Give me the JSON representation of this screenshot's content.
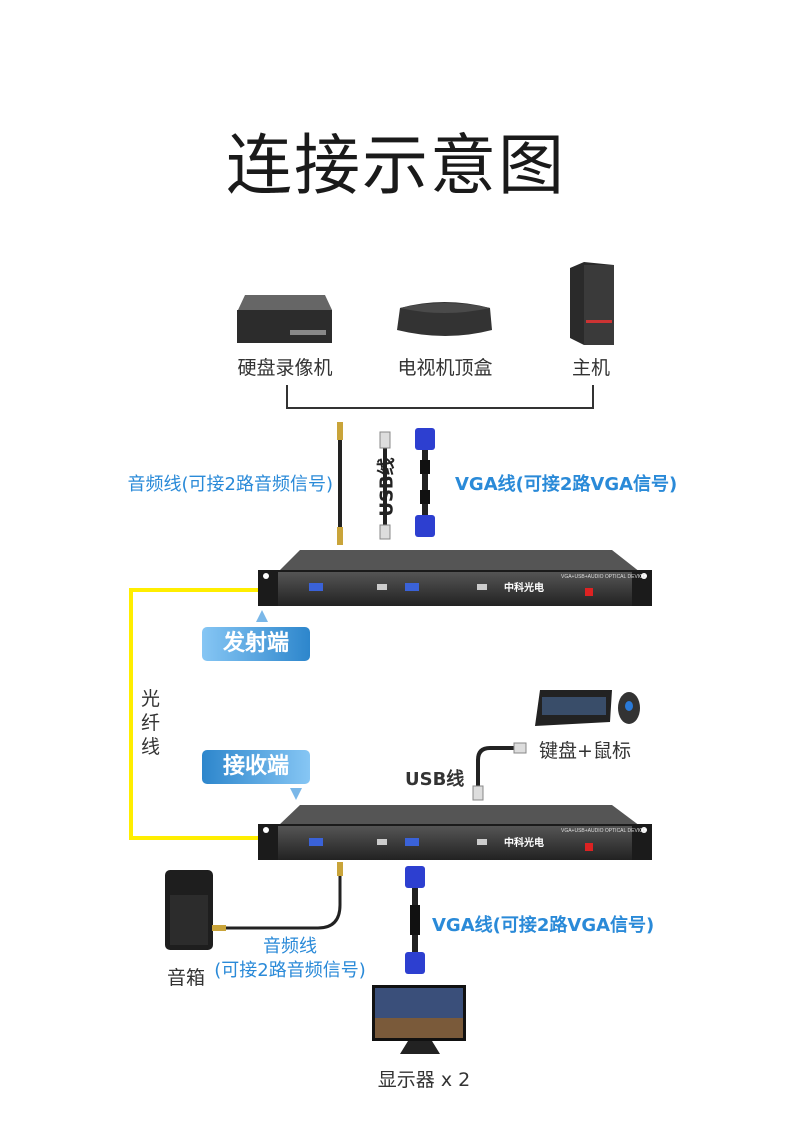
{
  "title": "连接示意图",
  "sources": [
    {
      "label": "硬盘录像机"
    },
    {
      "label": "电视机顶盒"
    },
    {
      "label": "主机"
    }
  ],
  "cables_top": {
    "audio": "音频线(可接2路音频信号)",
    "usb": "USB线",
    "vga": "VGA线(可接2路VGA信号)"
  },
  "transmitter": {
    "label": "发射端",
    "panel_text": "VGA+USB+AUDIO OPTICAL DEVICE",
    "brand": "中科光电"
  },
  "fiber": {
    "label": [
      "光",
      "纤",
      "线"
    ]
  },
  "receiver": {
    "label": "接收端",
    "panel_text": "VGA+USB+AUDIO OPTICAL DEVICE",
    "brand": "中科光电"
  },
  "peripherals": {
    "keyboard_mouse": "键盘+鼠标",
    "usb": "USB线"
  },
  "speaker": {
    "label": "音箱",
    "cable_line1": "音频线",
    "cable_line2": "(可接2路音频信号)"
  },
  "monitor": {
    "cable": "VGA线(可接2路VGA信号)",
    "label": "显示器 x 2"
  },
  "colors": {
    "accent": "#2a8ad8",
    "fiber": "#ffee00"
  }
}
